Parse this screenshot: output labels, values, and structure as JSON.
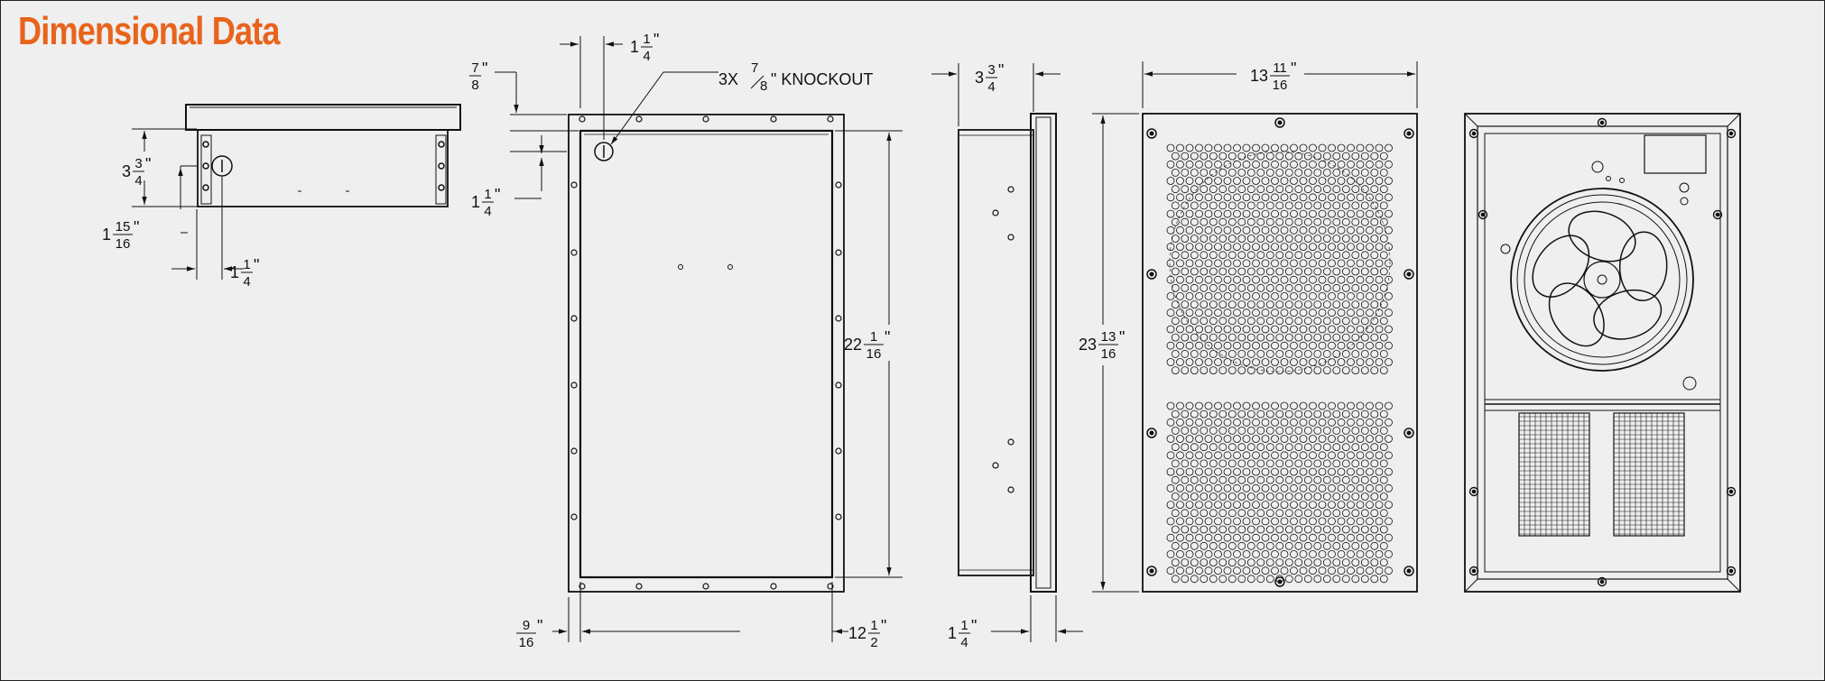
{
  "title": "Dimensional Data",
  "colors": {
    "title": "#e8641c",
    "line": "#111111",
    "background": "#efefef"
  },
  "views": [
    "top-view",
    "front-view",
    "side-view",
    "grille-front-view",
    "internal-view"
  ],
  "dimensions": {
    "top_depth": {
      "whole": "3",
      "num": "3",
      "den": "4",
      "unit": "\""
    },
    "top_lip": {
      "whole": "1",
      "num": "15",
      "den": "16",
      "unit": "\""
    },
    "top_knockout_offset": {
      "whole": "1",
      "num": "1",
      "den": "4",
      "unit": "\""
    },
    "front_top_offset": {
      "whole": "1",
      "num": "1",
      "den": "4",
      "unit": "\""
    },
    "front_flange_top": {
      "whole": "",
      "num": "7",
      "den": "8",
      "unit": "\""
    },
    "front_knockout_vertical": {
      "whole": "1",
      "num": "1",
      "den": "4",
      "unit": "\""
    },
    "knockout_note": {
      "prefix": "3X",
      "num": "7",
      "den": "8",
      "suffix": "\" KNOCKOUT"
    },
    "front_height": {
      "whole": "22",
      "num": "1",
      "den": "16",
      "unit": "\""
    },
    "front_flange_side": {
      "whole": "",
      "num": "9",
      "den": "16",
      "unit": "\""
    },
    "front_width": {
      "whole": "12",
      "num": "1",
      "den": "2",
      "unit": "\""
    },
    "side_depth": {
      "whole": "3",
      "num": "3",
      "den": "4",
      "unit": "\""
    },
    "side_flange": {
      "whole": "1",
      "num": "1",
      "den": "4",
      "unit": "\""
    },
    "grille_width": {
      "whole": "13",
      "num": "11",
      "den": "16",
      "unit": "\""
    },
    "grille_height": {
      "whole": "23",
      "num": "13",
      "den": "16",
      "unit": "\""
    }
  }
}
